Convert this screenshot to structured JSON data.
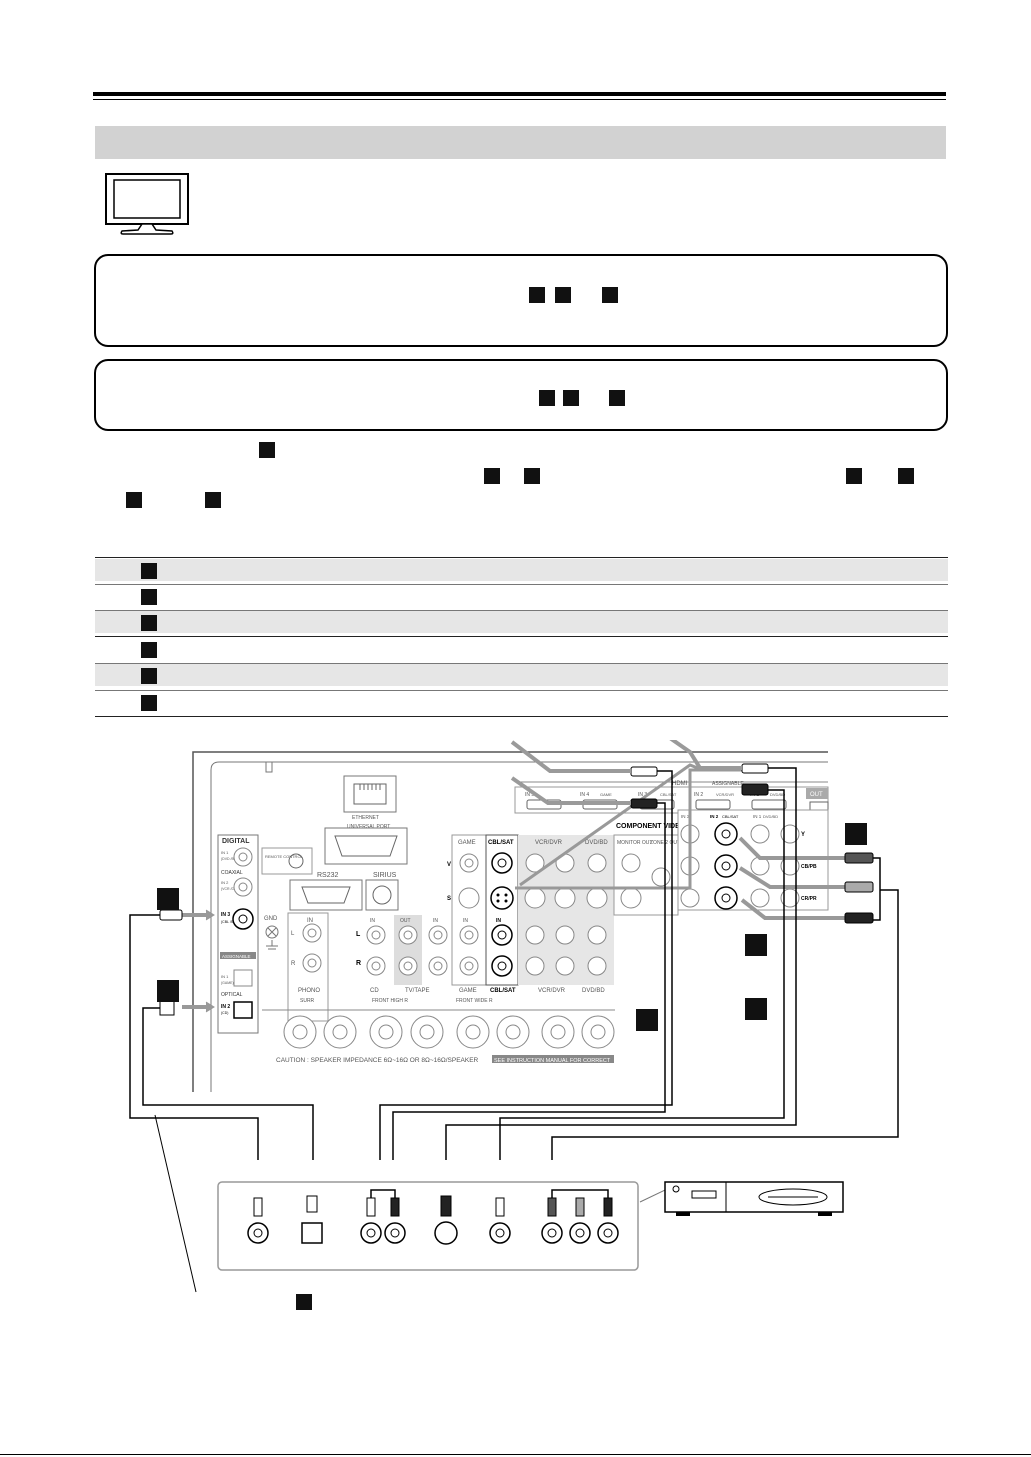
{
  "page": {
    "rows": [
      {
        "shaded": true
      },
      {
        "shaded": false
      },
      {
        "shaded": true
      },
      {
        "shaded": false
      },
      {
        "shaded": true
      },
      {
        "shaded": false
      }
    ]
  },
  "diagram": {
    "receiver_labels": {
      "hdmi": "HDMI",
      "assignable": "ASSIGNABLE",
      "hdmi_in5": "IN 5",
      "hdmi_in4": "IN 4",
      "hdmi_in4_sub": "GAME",
      "hdmi_in3": "IN 3",
      "hdmi_in3_sub": "CBL/SAT",
      "hdmi_in2": "IN 2",
      "hdmi_in2_sub": "VCR/DVR",
      "hdmi_in1": "IN 1",
      "hdmi_in1_sub": "DVD/BD",
      "hdmi_out": "OUT",
      "ethernet": "ETHERNET",
      "universal_port": "UNIVERSAL PORT",
      "rs232": "RS232",
      "sirius": "SIRIUS",
      "digital": "DIGITAL",
      "coaxial": "COAXIAL",
      "optical": "OPTICAL",
      "coax_in1": "IN 1",
      "coax_in1_sub": "(DVD /BD)",
      "coax_in2": "IN 2",
      "coax_in2_sub": "(VCR /DVR)",
      "coax_in3": "IN 3",
      "coax_in3_sub": "(CBL /SAT)",
      "opt_in1": "IN 1",
      "opt_in1_sub": "(GAME)",
      "opt_in2": "IN 2",
      "opt_in2_sub": "(CD)",
      "remote_control": "REMOTE CONTROL",
      "gnd": "GND",
      "phono": "PHONO",
      "surr": "SURR",
      "cd": "CD",
      "front_high": "FRONT HIGH R",
      "tv_tape": "TV/TAPE",
      "game": "GAME",
      "front_wide": "FRONT WIDE R",
      "cbl_sat": "CBL/SAT",
      "vcr_dvr": "VCR/DVR",
      "dvd_bd": "DVD/BD",
      "component_video": "COMPONENT VIDEO",
      "monitor_out": "MONITOR OUT",
      "zone2_out": "ZONE 2 OUT",
      "in_label": "IN",
      "out_label": "OUT",
      "v_label": "V",
      "s_label": "S",
      "l_label": "L",
      "r_label": "R",
      "y_label": "Y",
      "cb_label": "CB/PB",
      "cr_label": "CR/PR",
      "comp_in3": "IN 3",
      "comp_in2": "IN 2",
      "comp_in2_sub": "CBL/SAT",
      "comp_in1": "IN 1",
      "comp_in1_sub": "DVD/BD",
      "caution": "CAUTION : SPEAKER IMPEDANCE  6Ω~16Ω  OR  8Ω~16Ω/SPEAKER",
      "see_manual": "SEE INSTRUCTION MANUAL FOR CORRECT"
    }
  }
}
